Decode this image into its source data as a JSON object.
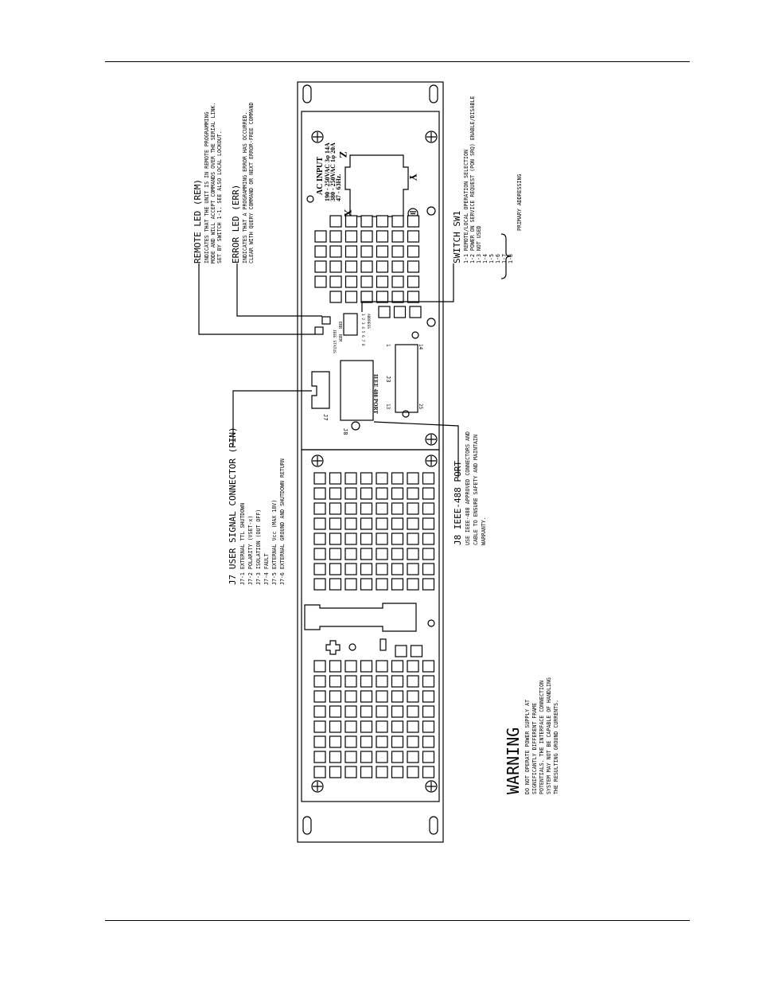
{
  "remote_led": {
    "title": "REMOTE LED (REM)",
    "lines": [
      "INDICATES THAT THE UNIT IS IN REMOTE PROGRAMMING",
      "MODE AND WILL ACCEPT COMMANDS OVER THE SERIAL LINK.",
      "SET BY SWITCH 1-1. SEE ALSO LOCAL LOCKOUT."
    ]
  },
  "error_led": {
    "title": "ERROR LED (ERR)",
    "lines": [
      "INDICATES THAT A PROGRAMMING ERROR HAS OCCURRED.",
      "CLEAR WITH QUERY COMMAND OR NEXT ERROR-FREE COMMAND"
    ]
  },
  "switch_sw1": {
    "title": "SWITCH SW1",
    "lines": [
      "1-1 REMOTE/LOCAL OPERATION SELECTION",
      "1-2 POWER ON SERVICE REQUEST (PON SRQ) ENABLE/DISABLE",
      "1-3 NOT USED",
      "1-4",
      "1-5",
      "1-6",
      "1-7",
      "1-8"
    ],
    "group_label": "PRIMARY ADDRESSING"
  },
  "j7": {
    "title": "J7 USER SIGNAL CONNECTOR (PIN)",
    "lines": [
      "J7-1 EXTERNAL TTL SHUTDOWN",
      "J7-2 POLARITY (VSET-x)",
      "J7-3 ISOLATION (OUT OFF)",
      "J7-4 FAULT",
      "J7-5 EXTERNAL Vcc (MAX 18V)",
      "J7-6 EXTERNAL GROUND AND SHUTDOWN RETURN"
    ]
  },
  "j8": {
    "title": "J8 IEEE-488 PORT",
    "lines": [
      "USE IEEE-488 APPROVED CONNECTORS AND",
      "CABLE TO ENSURE SAFETY AND MAINTAIN",
      "WARRANTY."
    ]
  },
  "warning": {
    "title": "WARNING",
    "lines": [
      "DO NOT OPERATE POWER SUPPLY AT",
      "SIGNIFICANTLY DIFFERENT FRAME",
      "POTENTIALS. THE INTERFACE CONNECTION",
      "SYSTEM MAY NOT BE CAPABLE OF HANDLING",
      "THE RESULTING GROUND CURRENTS."
    ]
  },
  "ac_input": {
    "title": "AC INPUT",
    "lines": [
      "190 - 250VAC 3φ 14A",
      "380 - 250VAC 1φ 20A",
      "47 - 63Hz."
    ],
    "terminal_x": "X",
    "terminal_y": "Y",
    "terminal_z": "Z"
  },
  "panel_labels": {
    "ieee_port": "IEEE 488 PORT",
    "j3": "J3",
    "j7": "J7",
    "j8": "J8",
    "pin_1": "1",
    "pin_13": "13",
    "pin_14": "14",
    "pin_25": "25",
    "rem": "REM",
    "err": "ERR",
    "ieee_status": "IEEE STATUS",
    "switch_digits": "1 2 3 4 5 6 7 8",
    "address": "ADDRESS"
  }
}
